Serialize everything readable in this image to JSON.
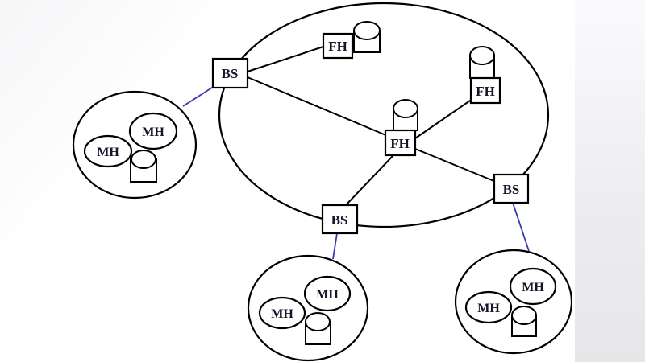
{
  "figure": {
    "description": "Network topology diagram: wired backbone ellipse with base stations (BS) and fixed hosts (FH); wireless cells containing mobile hosts (MH)",
    "colors": {
      "stroke": "#000000",
      "wired_link": "#000000",
      "wireless_link": "#3a3ab0",
      "label_text": "#14142a",
      "node_fill": "#ffffff",
      "background": "#ffffff",
      "edge_band": "#e7e7ea"
    },
    "nodes": {
      "base_stations": [
        {
          "id": "bs-left",
          "label": "BS"
        },
        {
          "id": "bs-bottom",
          "label": "BS"
        },
        {
          "id": "bs-right",
          "label": "BS"
        }
      ],
      "fixed_hosts": [
        {
          "id": "fh-top",
          "label": "FH"
        },
        {
          "id": "fh-right",
          "label": "FH"
        },
        {
          "id": "fh-center",
          "label": "FH"
        }
      ],
      "cells": [
        {
          "id": "cell-left",
          "mobile_hosts": [
            {
              "label": "MH"
            },
            {
              "label": "MH"
            }
          ]
        },
        {
          "id": "cell-bottom",
          "mobile_hosts": [
            {
              "label": "MH"
            },
            {
              "label": "MH"
            }
          ]
        },
        {
          "id": "cell-right",
          "mobile_hosts": [
            {
              "label": "MH"
            },
            {
              "label": "MH"
            }
          ]
        }
      ]
    },
    "links": {
      "wired": [
        [
          "bs-left",
          "fh-top"
        ],
        [
          "bs-left",
          "fh-center"
        ],
        [
          "fh-center",
          "fh-right"
        ],
        [
          "fh-center",
          "bs-right"
        ],
        [
          "fh-center",
          "bs-bottom"
        ]
      ],
      "wireless": [
        [
          "bs-left",
          "cell-left"
        ],
        [
          "bs-bottom",
          "cell-bottom"
        ],
        [
          "bs-right",
          "cell-right"
        ]
      ]
    }
  }
}
